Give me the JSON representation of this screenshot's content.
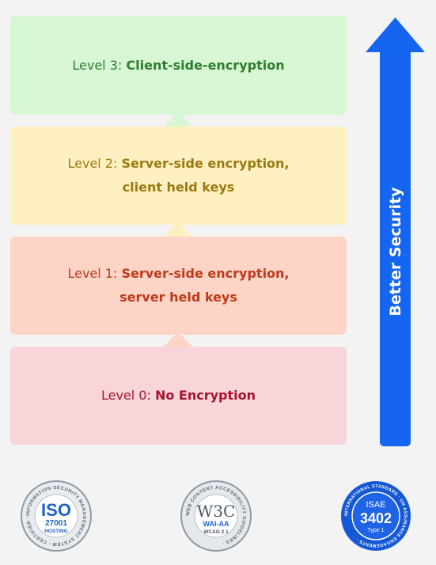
{
  "levels": [
    {
      "prefix": "Level 3: ",
      "title_line1": "Client-side-encryption",
      "title_line2": ""
    },
    {
      "prefix": "Level 2: ",
      "title_line1": "Server-side encryption,",
      "title_line2": "client held keys"
    },
    {
      "prefix": "Level 1: ",
      "title_line1": "Server-side encryption,",
      "title_line2": "server held keys"
    },
    {
      "prefix": "Level 0: ",
      "title_line1": "No Encryption",
      "title_line2": ""
    }
  ],
  "arrow": {
    "label": "Better Security",
    "color": "#1565f0"
  },
  "badges": {
    "iso": {
      "ring_text": "INFORMATION SECURITY MANAGEMENT SYSTEM · CERTIFIED ·",
      "main": "ISO",
      "number": "27001",
      "sub": "HOSTING"
    },
    "w3c": {
      "ring_text": "WEB CONTENT ACCESSIBILITY GUIDELINES ·",
      "main": "W3C",
      "sub": "WAI-AA",
      "sub2": "WCAG 2.1"
    },
    "isae": {
      "ring_text": "INTERNATIONAL STANDARD · ON ASSURANCE ENGAGEMENTS ·",
      "main": "ISAE",
      "number": "3402",
      "sub": "Type 1"
    }
  }
}
